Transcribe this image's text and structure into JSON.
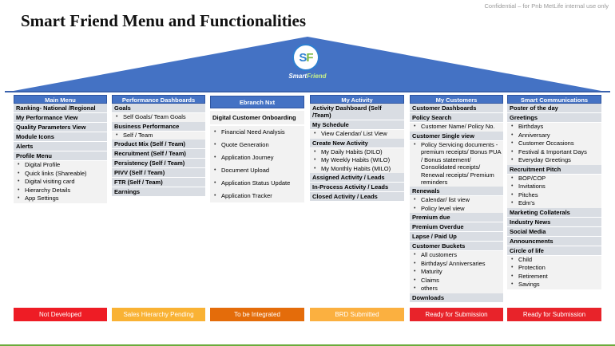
{
  "confidential": "Confidential – for Pnb MetLife internal use only",
  "title": "Smart Friend Menu and  Functionalities",
  "logo": {
    "letters_s": "S",
    "letters_f": "F",
    "text_smart": "Smart",
    "text_friend": "Friend"
  },
  "colors": {
    "roof": "#4472c4",
    "column_header": "#4472c4",
    "item_bg": "#d9dde3"
  },
  "columns": {
    "main_menu": {
      "title": "Main Menu",
      "items": [
        "Ranking- National /Regional",
        "My Performance View",
        "Quality Parameters View",
        "Module Icons",
        "Alerts",
        "Profile Menu"
      ],
      "bullets": [
        "Digital Profile",
        "Quick links (Shareable)",
        "Digital visiting card",
        "Hierarchy Details",
        "App Settings"
      ]
    },
    "performance": {
      "title": "Performance Dashboards",
      "goals": "Goals",
      "goals_bullet": "Self Goals/ Team Goals",
      "business": "Business Performance",
      "business_bullet": "Self / Team",
      "items": [
        "Product Mix (Self / Team)",
        "Recruitment  (Self / Team)",
        "Persistency  (Self / Team)",
        "PIVV  (Self / Team)",
        "FTR  (Self / Team)",
        "Earnings"
      ]
    },
    "ebranch": {
      "title": "Ebranch Nxt",
      "header": "Digital Customer Onboarding",
      "bullets": [
        "Financial Need Analysis",
        "Quote Generation",
        "Application Journey",
        "Document Upload",
        "Application Status Update",
        "Application Tracker"
      ]
    },
    "activity": {
      "title": "My Activity",
      "dashboard": "Activity Dashboard (Self /Team)",
      "schedule": "My Schedule",
      "schedule_bullet": "View Calendar/ List View",
      "create": "Create New Activity",
      "create_bullets": [
        "My Daily Habits (DILO)",
        "My Weekly Habits (WILO)",
        "My Monthly Habits (MILO)"
      ],
      "items": [
        "Assigned Activity / Leads",
        "In-Process Activity / Leads",
        "Closed Activity / Leads"
      ]
    },
    "customers": {
      "title": "My Customers",
      "dashboards": "Customer Dashboards",
      "policy_search": "Policy Search",
      "policy_search_bullet": "Customer Name/ Policy No.",
      "single_view": "Customer Single view",
      "single_view_bullets": [
        "Policy Servicing documents - premium receipts/ Bonus PUA / Bonus statement/ Consolidated receipts/ Renewal receipts/ Premium reminders"
      ],
      "renewals": "Renewals",
      "renewals_bullets": [
        "Calendar/ list view",
        "Policy level view"
      ],
      "items": [
        "Premium due",
        "Premium Overdue",
        "Lapse / Paid Up",
        "Customer Buckets"
      ],
      "bucket_bullets": [
        "All customers",
        "Birthdays/ Anniversaries",
        "Maturity",
        "Claims",
        "others"
      ],
      "downloads": "Downloads"
    },
    "communications": {
      "title": "Smart Communications",
      "poster": "Poster of the day",
      "greetings": "Greetings",
      "greetings_bullets": [
        "Birthdays",
        "Anniversary",
        "Customer Occasions",
        "Festival & Important Days",
        "Everyday Greetings"
      ],
      "pitch": "Recruitment Pitch",
      "pitch_bullets": [
        "BOP/COP",
        "Invitations",
        "Pitches",
        "Edm's"
      ],
      "items": [
        "Marketing Collaterals",
        "Industry News",
        "Social Media",
        "Announcments",
        "Circle of life"
      ],
      "circle_bullets": [
        "Child",
        "Protection",
        "Retirement",
        "Savings"
      ]
    }
  },
  "legend": [
    {
      "label": "Not Developed",
      "color": "#ee1c25"
    },
    {
      "label": "Sales Hierarchy Pending",
      "color": "#f9b234"
    },
    {
      "label": "To be Integrated",
      "color": "#e46c0a"
    },
    {
      "label": "BRD Submitted",
      "color": "#fbb040"
    },
    {
      "label": "Ready for Submission",
      "color": "#e8232a"
    },
    {
      "label": "Ready for Submission",
      "color": "#e8232a"
    }
  ]
}
